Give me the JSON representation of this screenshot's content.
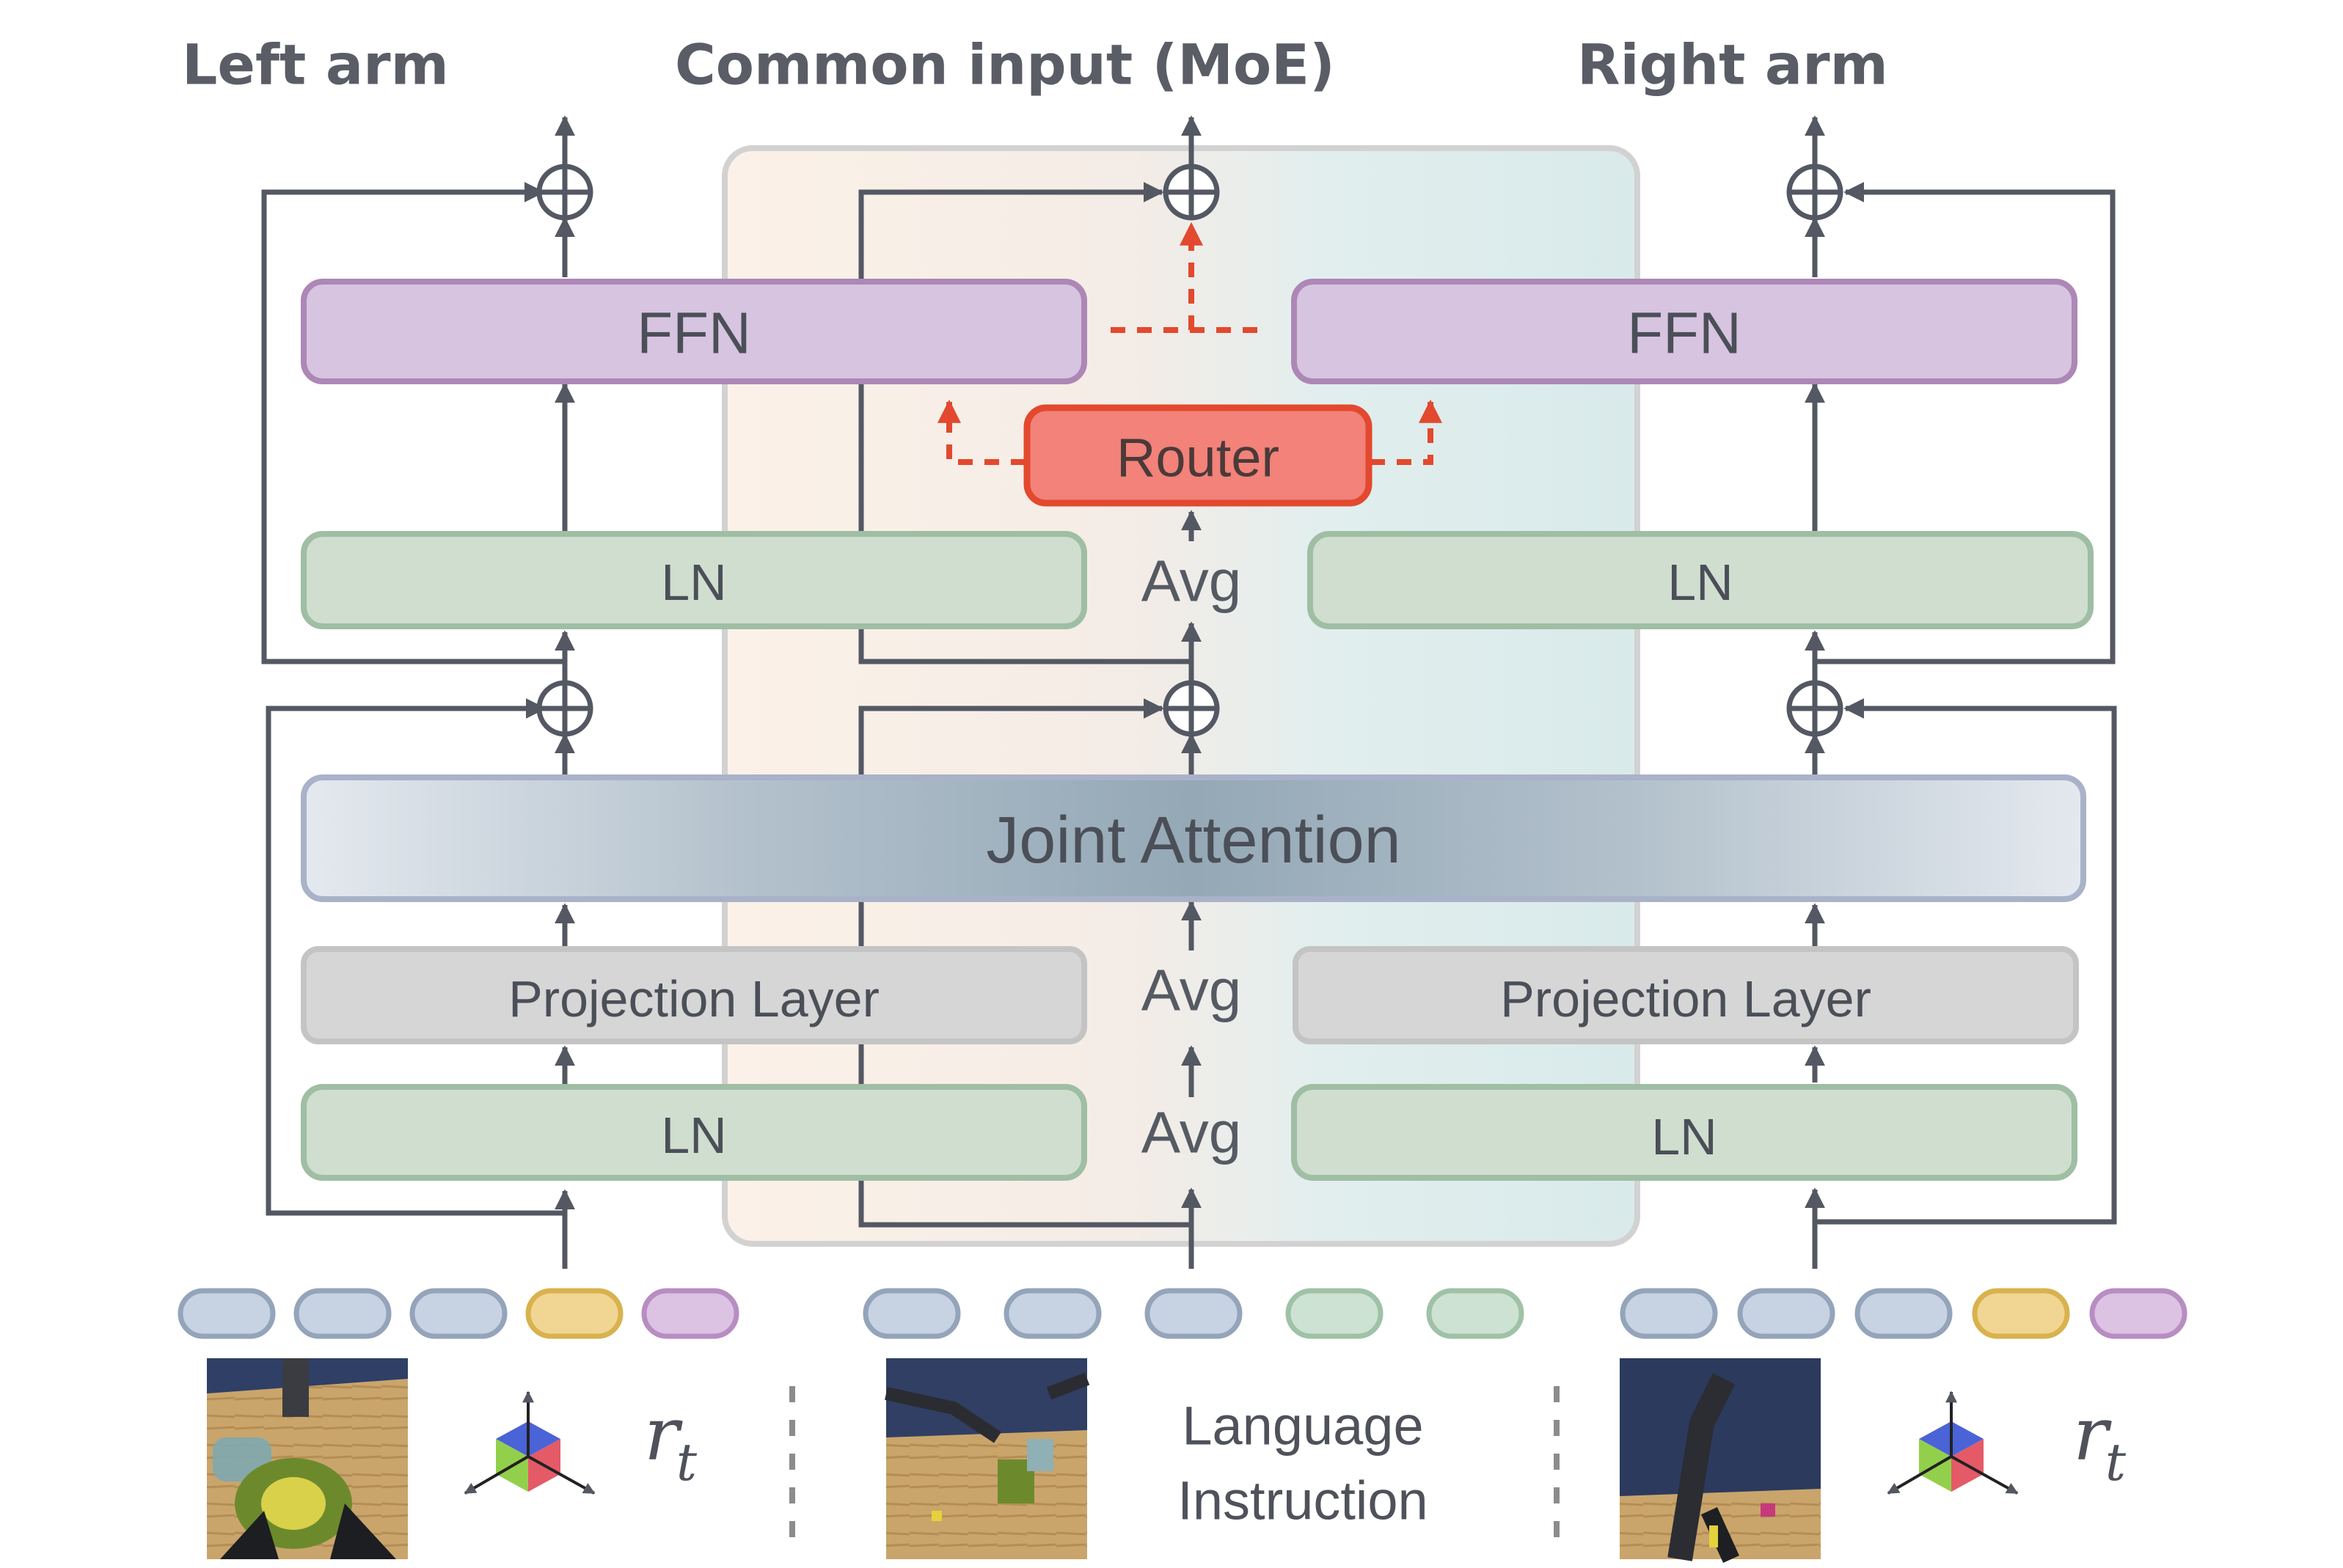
{
  "headings": {
    "left_arm": "Left arm",
    "common_input": "Common input (MoE)",
    "right_arm": "Right arm"
  },
  "blocks": {
    "ffn_left": "FFN",
    "ffn_right": "FFN",
    "router": "Router",
    "ln_upper_left": "LN",
    "ln_upper_right": "LN",
    "joint_attention": "Joint Attention",
    "projection_left": "Projection Layer",
    "projection_right": "Projection Layer",
    "ln_lower_left": "LN",
    "ln_lower_right": "LN"
  },
  "avg_labels": {
    "upper": "Avg",
    "middle": "Avg",
    "lower": "Avg"
  },
  "inputs": {
    "left_state_symbol": "r",
    "left_state_subscript": "t",
    "language_line1": "Language",
    "language_line2": "Instruction",
    "right_state_symbol": "r",
    "right_state_subscript": "t"
  },
  "token_groups": {
    "left": [
      "blue",
      "blue",
      "blue",
      "yellow",
      "purple"
    ],
    "center": [
      "blue",
      "blue",
      "blue",
      "green",
      "green"
    ],
    "right": [
      "blue",
      "blue",
      "blue",
      "yellow",
      "purple"
    ]
  },
  "colors": {
    "token_blue": "#c7d3e2",
    "token_yellow": "#f1d592",
    "token_purple": "#dcc2e3",
    "token_green": "#cde2d3",
    "ffn_fill": "#d7c4e0",
    "ln_fill": "#cfdece",
    "projection_fill": "#d6d6d6",
    "router_fill": "#f2827a",
    "router_stroke": "#e2492e",
    "arrow": "#545863"
  }
}
